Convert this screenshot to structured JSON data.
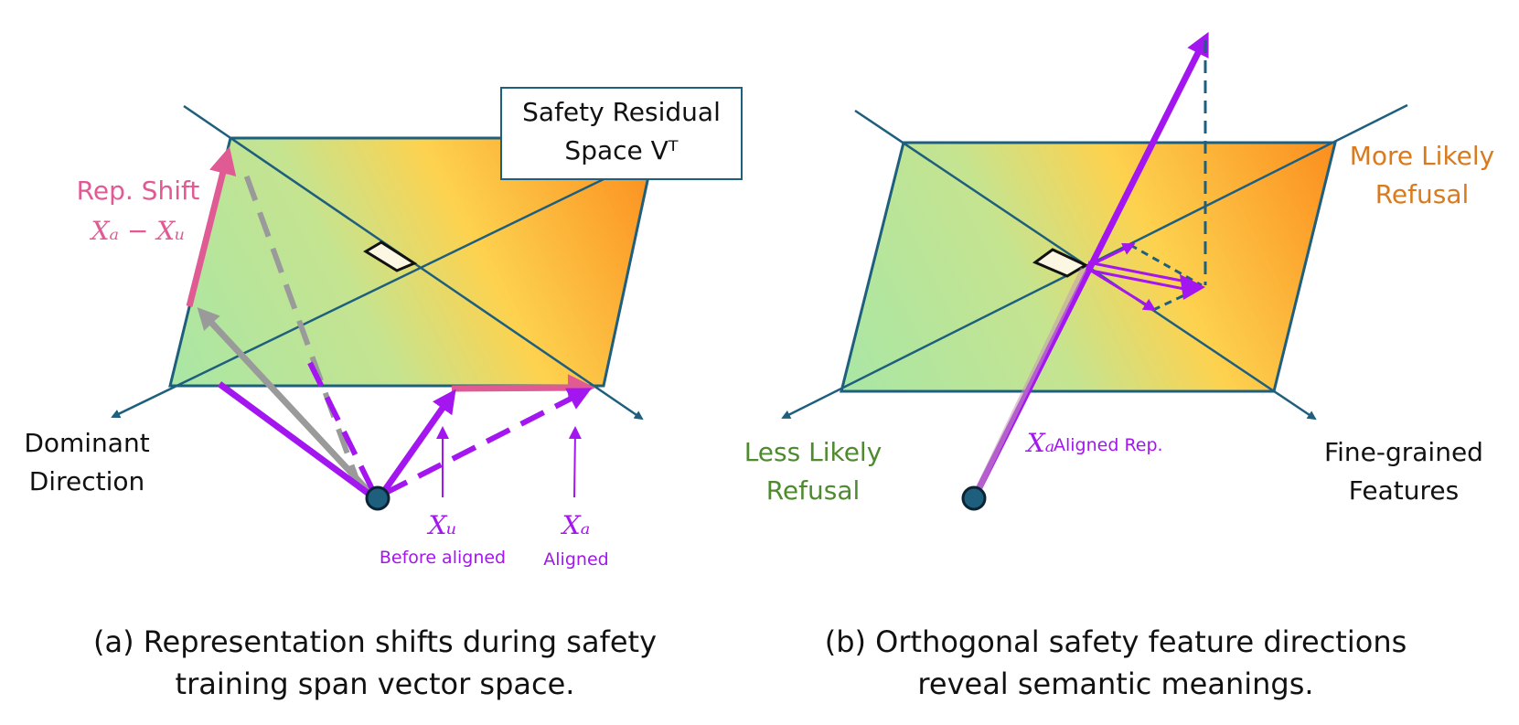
{
  "colors": {
    "purple": "#a316f0",
    "pink": "#e05a94",
    "axis": "#1f5f7e",
    "green_text": "#4e8a2e",
    "orange_text": "#d97a1e",
    "gray": "#9a9a9a"
  },
  "panel_a": {
    "box_label_line1": "Safety Residual",
    "box_label_line2": "Space Vᵀ",
    "shift_label": "Rep. Shift",
    "shift_formula": "Xₐ − Xᵤ",
    "axis_label_line1": "Dominant",
    "axis_label_line2": "Direction",
    "xu_symbol": "Xᵤ",
    "xu_caption": "Before aligned",
    "xa_symbol": "Xₐ",
    "xa_caption": "Aligned",
    "caption_line1": "(a) Representation shifts during safety",
    "caption_line2": "training span vector space."
  },
  "panel_b": {
    "more_line1": "More Likely",
    "more_line2": "Refusal",
    "less_line1": "Less Likely",
    "less_line2": "Refusal",
    "fine_line1": "Fine-grained",
    "fine_line2": "Features",
    "xa_symbol": "Xₐ",
    "xa_caption": "Aligned Rep.",
    "caption_line1": "(b) Orthogonal safety feature directions",
    "caption_line2": "reveal semantic meanings."
  }
}
